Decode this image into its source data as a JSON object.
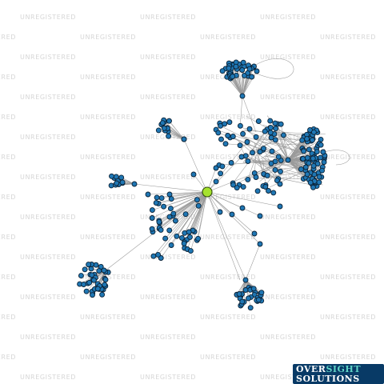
{
  "watermark": {
    "text": "UNREGISTERED"
  },
  "logo": {
    "line1_a": "OVER",
    "line1_b": "SIGHT",
    "line2": "SOLUTIONS"
  },
  "colors": {
    "node_fill": "#1f77b4",
    "focus_fill": "#a6e22e",
    "edge": "#9a9a9a",
    "watermark": "#d6d6d6",
    "logo_bg": "#083a66"
  }
}
